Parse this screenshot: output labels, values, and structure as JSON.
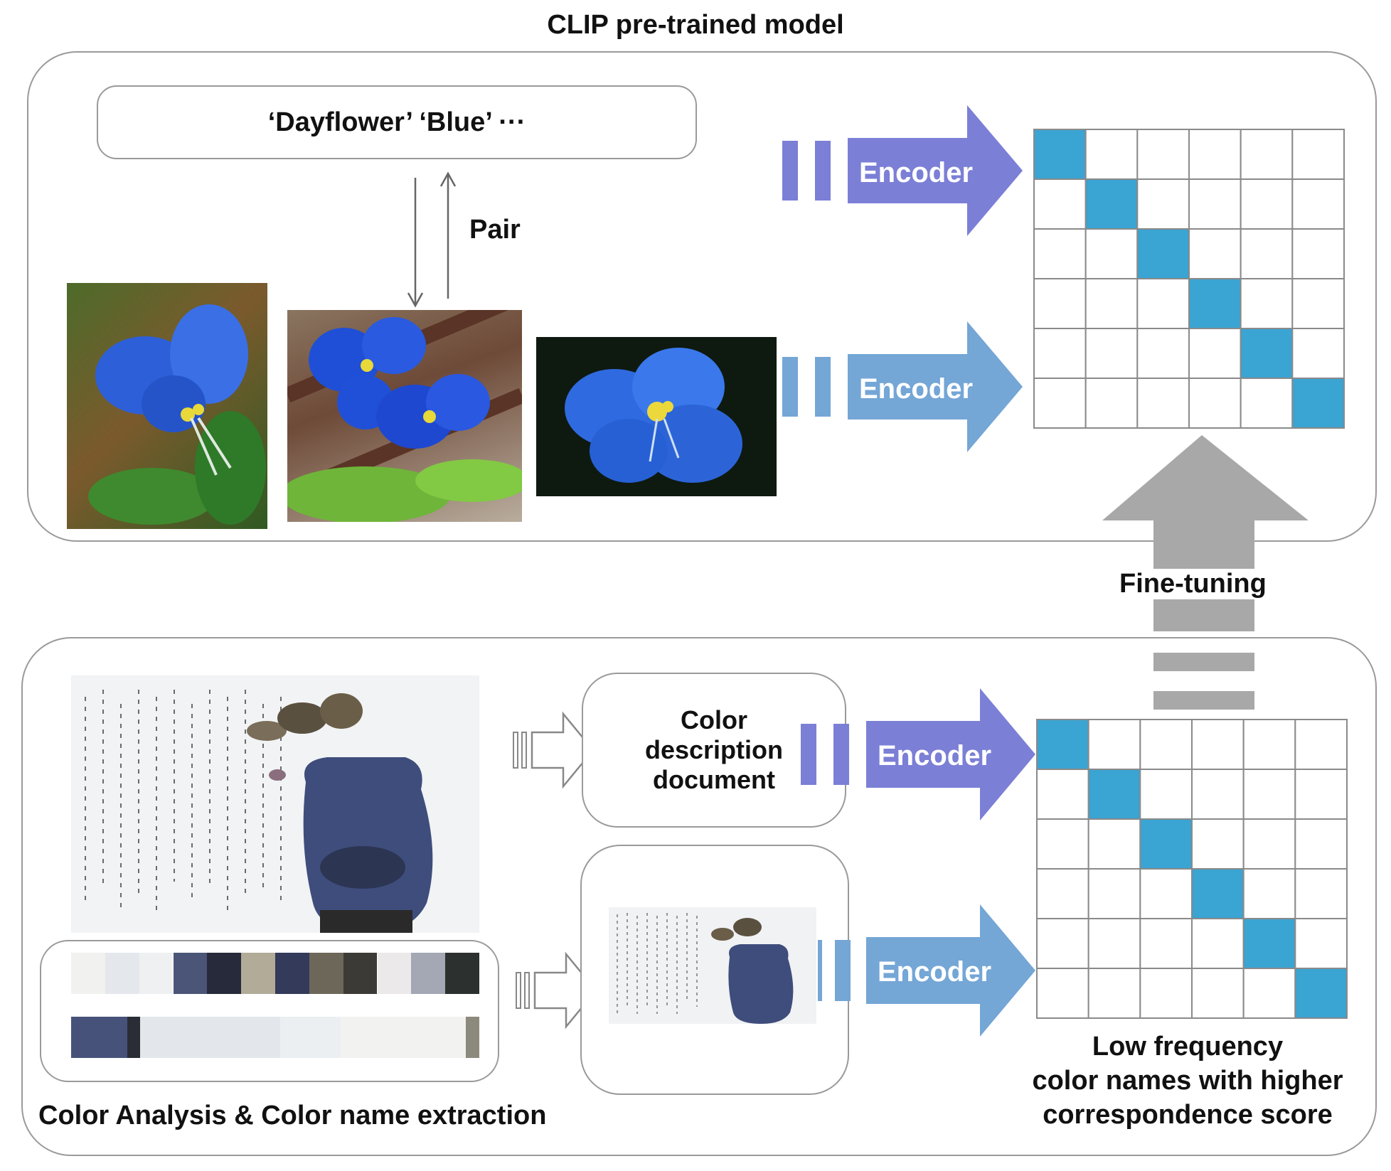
{
  "title": "CLIP pre-trained model",
  "top_panel": {
    "text_box": "‘Dayflower’ ‘Blue’ ···",
    "pair_label": "Pair",
    "encoder_text_label": "Encoder",
    "encoder_image_label": "Encoder",
    "photos": [
      "dayflower-photo-1",
      "dayflower-photo-2",
      "dayflower-photo-3"
    ]
  },
  "fine_tuning_label": "Fine-tuning",
  "bottom_panel": {
    "caption": "Color Analysis & Color name extraction",
    "doc_box_lines": [
      "Color",
      "description",
      "document"
    ],
    "encoder_text_label": "Encoder",
    "encoder_image_label": "Encoder",
    "result_caption_lines": [
      "Low frequency",
      "color names with higher",
      "correspondence score"
    ],
    "palette_row1": [
      "#f1f1f0",
      "#e4e8ec",
      "#eef0f1",
      "#4a5578",
      "#262a3a",
      "#b1ab98",
      "#333a5a",
      "#6c6758",
      "#3b3a36",
      "#ece9ea",
      "#a3a8b4",
      "#2c302e"
    ],
    "palette_row2": [
      "#46527a",
      "#2a2c36",
      "#e3e7eb",
      "#eceff1",
      "#f2f2f0",
      "#8c8a7c"
    ]
  },
  "colors": {
    "encoder_text": "#7b7fd6",
    "encoder_image": "#74a6d6",
    "matrix_highlight": "#3aa4d2",
    "matrix_line": "#8a8a8a",
    "fine_tune_arrow": "#a8a8a8",
    "panel_border": "#9a9a9a"
  },
  "matrix_size": 6
}
